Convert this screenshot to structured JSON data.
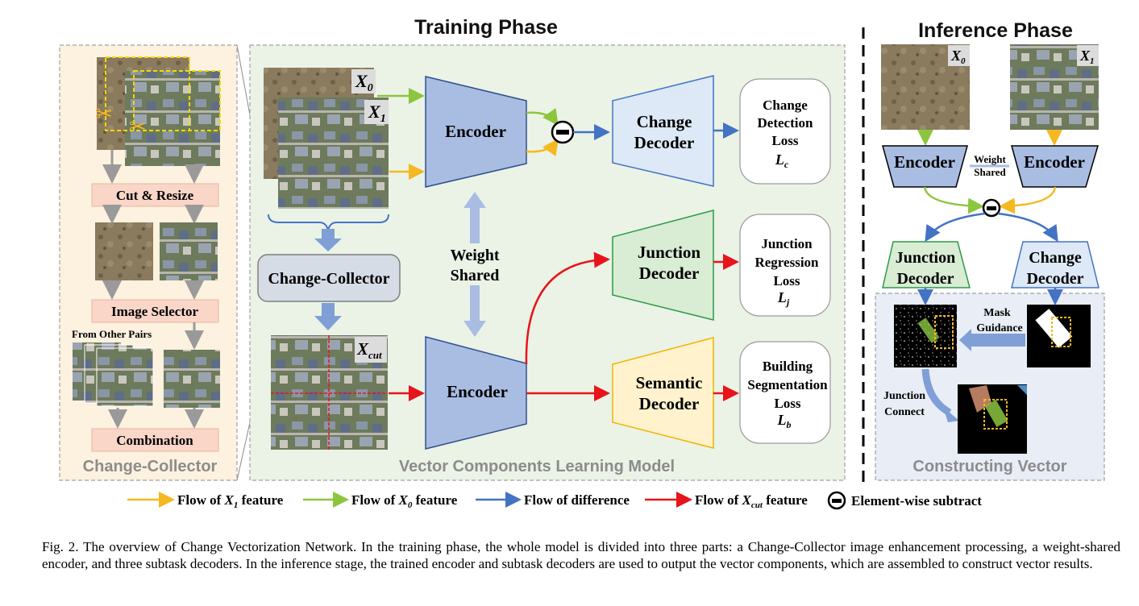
{
  "training": {
    "title": "Training Phase",
    "panel_title": "Vector Components Learning Model",
    "x0": "X",
    "x0_sub": "0",
    "x1": "X",
    "x1_sub": "1",
    "xcut": "X",
    "xcut_sub": "cut",
    "change_collector_box": "Change-Collector",
    "weight_shared_1": "Weight",
    "weight_shared_2": "Shared",
    "encoder_top": "Encoder",
    "encoder_bottom": "Encoder",
    "change_decoder": [
      "Change",
      "Decoder"
    ],
    "junction_decoder": [
      "Junction",
      "Decoder"
    ],
    "semantic_decoder": [
      "Semantic",
      "Decoder"
    ],
    "loss_change": [
      "Change",
      "Detection",
      "Loss"
    ],
    "loss_change_sym": "L",
    "loss_change_sub": "c",
    "loss_junction": [
      "Junction",
      "Regression",
      "Loss"
    ],
    "loss_junction_sym": "L",
    "loss_junction_sub": "j",
    "loss_building": [
      "Building",
      "Segmentation",
      "Loss"
    ],
    "loss_building_sym": "L",
    "loss_building_sub": "b"
  },
  "collector": {
    "title": "Change-Collector",
    "cut_resize": "Cut & Resize",
    "image_selector": "Image Selector",
    "from_other_pairs": "From Other Pairs",
    "combination": "Combination"
  },
  "inference": {
    "title": "Inference Phase",
    "x0": "X",
    "x0_sub": "0",
    "x1": "X",
    "x1_sub": "1",
    "encoder_left": "Encoder",
    "encoder_right": "Encoder",
    "weight_shared": [
      "Weight",
      "Shared"
    ],
    "junction_decoder": [
      "Junction",
      "Decoder"
    ],
    "change_decoder": [
      "Change",
      "Decoder"
    ],
    "mask_guidance": [
      "Mask",
      "Guidance"
    ],
    "junction_connect": [
      "Junction",
      "Connect"
    ],
    "panel_title": "Constructing Vector"
  },
  "legend": {
    "x1_flow_pre": "Flow of ",
    "x1_flow_sym": "X",
    "x1_flow_sub": "1",
    "x1_flow_post": " feature",
    "x0_flow_pre": "Flow of ",
    "x0_flow_sym": "X",
    "x0_flow_sub": "0",
    "x0_flow_post": " feature",
    "diff_flow": "Flow of difference",
    "xcut_flow_pre": "Flow of ",
    "xcut_flow_sym": "X",
    "xcut_flow_sub": "cut",
    "xcut_flow_post": " feature",
    "subtract": "Element-wise subtract"
  },
  "colors": {
    "x1_flow": "#f5b820",
    "x0_flow": "#8cc63e",
    "diff_flow": "#4472c4",
    "xcut_flow": "#e8141b",
    "encoder_fill": "#a9bde3",
    "change_fill": "#dde9f7",
    "junction_fill": "#d9ecd4",
    "semantic_fill": "#fff2cc",
    "collector_bg": "#fdf1df",
    "vclm_bg": "#eaf3e6",
    "construct_bg": "#e8edf6"
  },
  "caption": "Fig. 2.   The overview of Change Vectorization Network. In the training phase, the whole model is divided into three parts: a Change-Collector image enhancement processing, a weight-shared encoder, and three subtask decoders. In the inference stage, the trained encoder and subtask decoders are used to output the vector components, which are assembled to construct vector results."
}
